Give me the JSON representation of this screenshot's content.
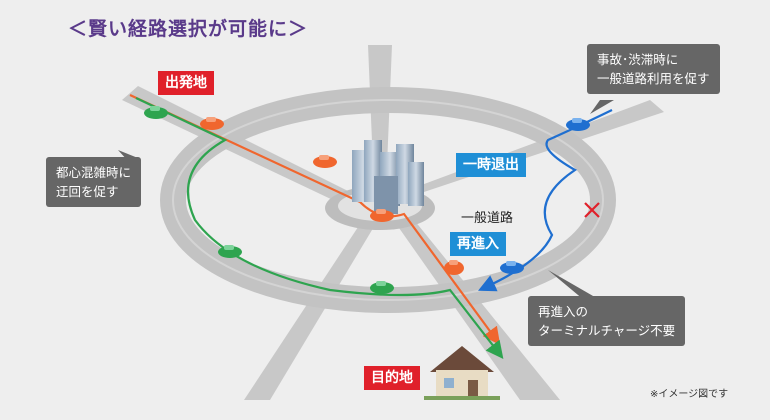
{
  "title": "＜賢い経路選択が可能に＞",
  "labels": {
    "origin": "出発地",
    "destination": "目的地",
    "temporary_exit": "一時退出",
    "reentry": "再進入",
    "general_road": "一般道路"
  },
  "callouts": {
    "accident": [
      "事故･渋滞時に",
      "一般道路利用を促す"
    ],
    "detour": [
      "都心混雑時に",
      "迂回を促す"
    ],
    "no_charge": [
      "再進入の",
      "ターミナルチャージ不要"
    ]
  },
  "note": "※イメージ図です",
  "colors": {
    "background": "#eeeeee",
    "road": "#c3c3c3",
    "route_orange": "#f0662e",
    "route_green": "#2ea44f",
    "route_blue": "#1f6fd0",
    "label_red": "#e0202a",
    "label_blue": "#1f8fd6",
    "callout_gray": "#666666",
    "title_purple": "#5a3a8a"
  }
}
